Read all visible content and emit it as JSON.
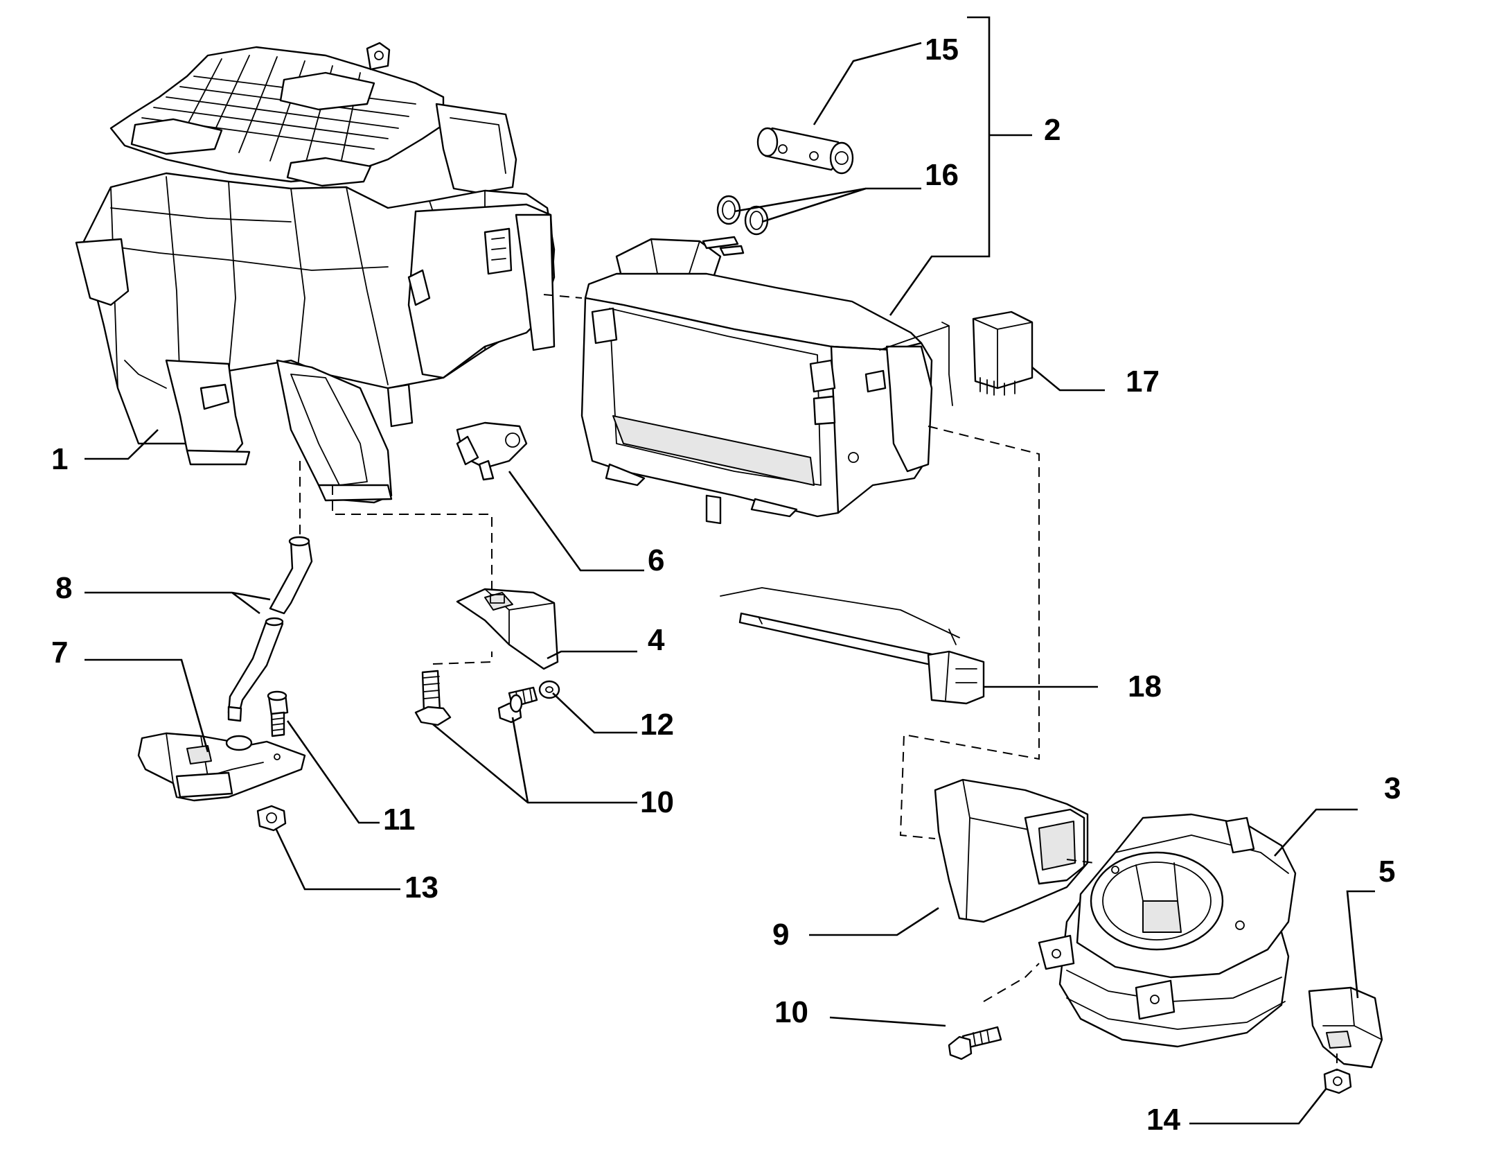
{
  "callouts": [
    {
      "id": "1",
      "label": "1"
    },
    {
      "id": "2",
      "label": "2"
    },
    {
      "id": "3",
      "label": "3"
    },
    {
      "id": "4",
      "label": "4"
    },
    {
      "id": "5",
      "label": "5"
    },
    {
      "id": "6",
      "label": "6"
    },
    {
      "id": "7",
      "label": "7"
    },
    {
      "id": "8",
      "label": "8"
    },
    {
      "id": "9",
      "label": "9"
    },
    {
      "id": "10a",
      "label": "10"
    },
    {
      "id": "10b",
      "label": "10"
    },
    {
      "id": "11",
      "label": "11"
    },
    {
      "id": "12",
      "label": "12"
    },
    {
      "id": "13",
      "label": "13"
    },
    {
      "id": "14",
      "label": "14"
    },
    {
      "id": "15",
      "label": "15"
    },
    {
      "id": "16",
      "label": "16"
    },
    {
      "id": "17",
      "label": "17"
    },
    {
      "id": "18",
      "label": "18"
    }
  ],
  "parts": [
    {
      "ref": "1",
      "icon": "heater-housing-icon"
    },
    {
      "ref": "2",
      "icon": "evaporator-box-icon"
    },
    {
      "ref": "3",
      "icon": "blower-housing-icon"
    },
    {
      "ref": "4",
      "icon": "mounting-bracket-icon"
    },
    {
      "ref": "5",
      "icon": "support-bracket-icon"
    },
    {
      "ref": "6",
      "icon": "sensor-icon"
    },
    {
      "ref": "7",
      "icon": "drain-support-icon"
    },
    {
      "ref": "8",
      "icon": "drain-hose-icon"
    },
    {
      "ref": "9",
      "icon": "air-duct-icon"
    },
    {
      "ref": "10",
      "icon": "bolt-icon"
    },
    {
      "ref": "11",
      "icon": "screw-icon"
    },
    {
      "ref": "12",
      "icon": "washer-icon"
    },
    {
      "ref": "13",
      "icon": "nut-icon"
    },
    {
      "ref": "14",
      "icon": "nut-icon"
    },
    {
      "ref": "15",
      "icon": "expansion-valve-icon"
    },
    {
      "ref": "16",
      "icon": "o-ring-icon"
    },
    {
      "ref": "17",
      "icon": "relay-icon"
    },
    {
      "ref": "18",
      "icon": "temperature-probe-icon"
    }
  ]
}
